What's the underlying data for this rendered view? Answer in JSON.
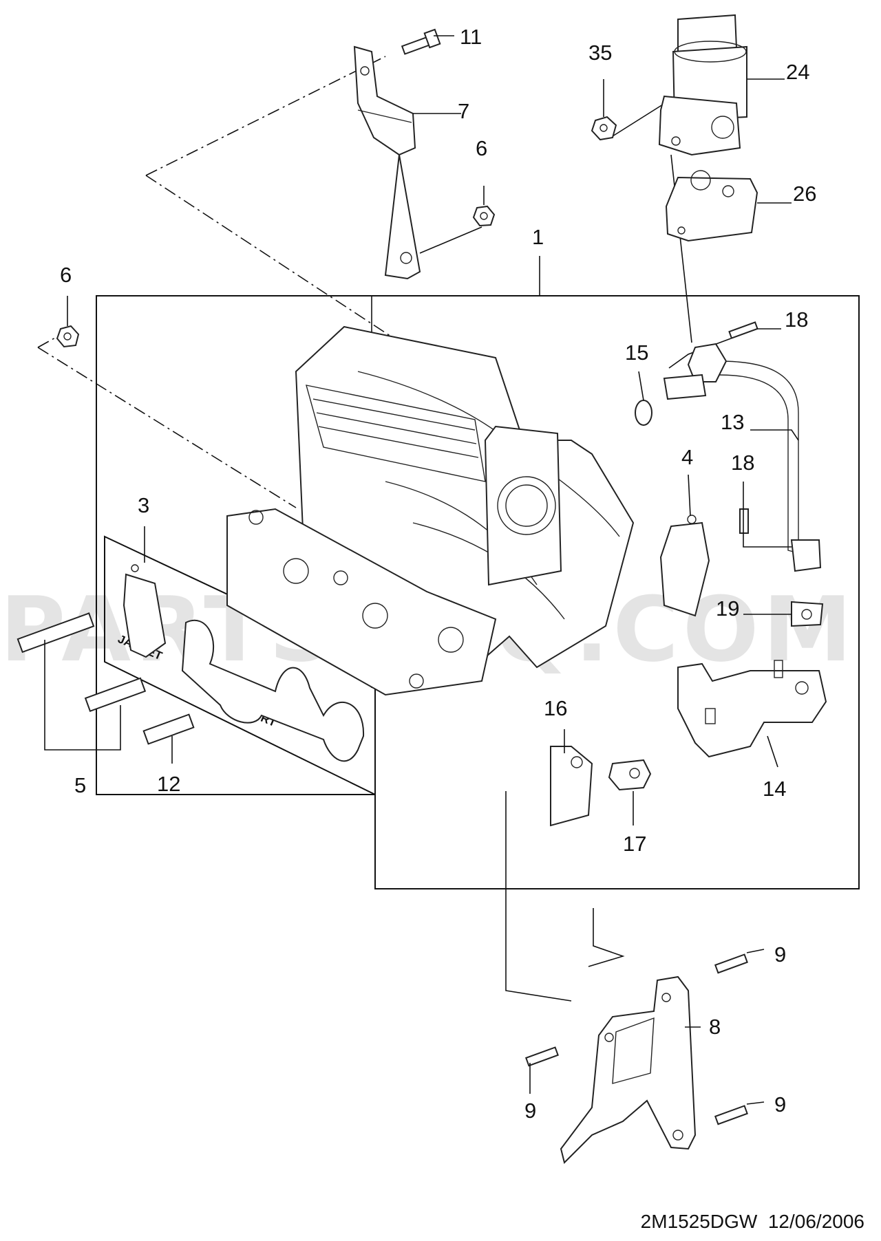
{
  "drawing_code": "2M1525DGW",
  "drawing_date": "12/06/2006",
  "watermark": "PARTSOUQ.COM",
  "inset_labels": {
    "jacket": "JACKET",
    "port": "PORT"
  },
  "callouts": [
    {
      "id": "11",
      "label": "11"
    },
    {
      "id": "7",
      "label": "7"
    },
    {
      "id": "6a",
      "label": "6"
    },
    {
      "id": "1",
      "label": "1"
    },
    {
      "id": "6b",
      "label": "6"
    },
    {
      "id": "35",
      "label": "35"
    },
    {
      "id": "24",
      "label": "24"
    },
    {
      "id": "26",
      "label": "26"
    },
    {
      "id": "18a",
      "label": "18"
    },
    {
      "id": "15",
      "label": "15"
    },
    {
      "id": "13",
      "label": "13"
    },
    {
      "id": "4",
      "label": "4"
    },
    {
      "id": "18b",
      "label": "18"
    },
    {
      "id": "3",
      "label": "3"
    },
    {
      "id": "19",
      "label": "19"
    },
    {
      "id": "16",
      "label": "16"
    },
    {
      "id": "14",
      "label": "14"
    },
    {
      "id": "17",
      "label": "17"
    },
    {
      "id": "5",
      "label": "5"
    },
    {
      "id": "12",
      "label": "12"
    },
    {
      "id": "9a",
      "label": "9"
    },
    {
      "id": "8",
      "label": "8"
    },
    {
      "id": "9b",
      "label": "9"
    },
    {
      "id": "9c",
      "label": "9"
    }
  ]
}
